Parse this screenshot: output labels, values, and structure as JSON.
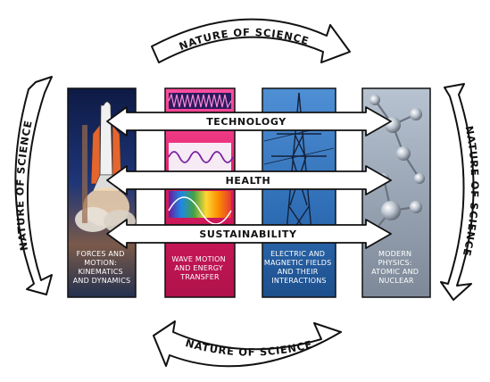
{
  "arcs": {
    "top": "NATURE OF SCIENCE",
    "bottom": "NATURE OF SCIENCE",
    "left": "NATURE OF SCIENCE",
    "right": "NATURE OF SCIENCE"
  },
  "banners": [
    {
      "label": "TECHNOLOGY"
    },
    {
      "label": "HEALTH"
    },
    {
      "label": "SUSTAINABILITY"
    }
  ],
  "panels": [
    {
      "lines": [
        "FORCES AND",
        "MOTION:",
        "KINEMATICS",
        "AND DYNAMICS"
      ],
      "color": "#1f2a63",
      "icon": "space-shuttle-icon"
    },
    {
      "lines": [
        "WAVE MOTION",
        "AND ENERGY",
        "TRANSFER"
      ],
      "color": "#c2185b",
      "icon": "waves-icon"
    },
    {
      "lines": [
        "ELECTRIC AND",
        "MAGNETIC FIELDS",
        "AND THEIR",
        "INTERACTIONS"
      ],
      "color": "#2f6fb8",
      "icon": "power-pylon-icon"
    },
    {
      "lines": [
        "MODERN",
        "PHYSICS:",
        "ATOMIC AND",
        "NUCLEAR"
      ],
      "color": "#8f9aa8",
      "icon": "molecules-icon"
    }
  ]
}
